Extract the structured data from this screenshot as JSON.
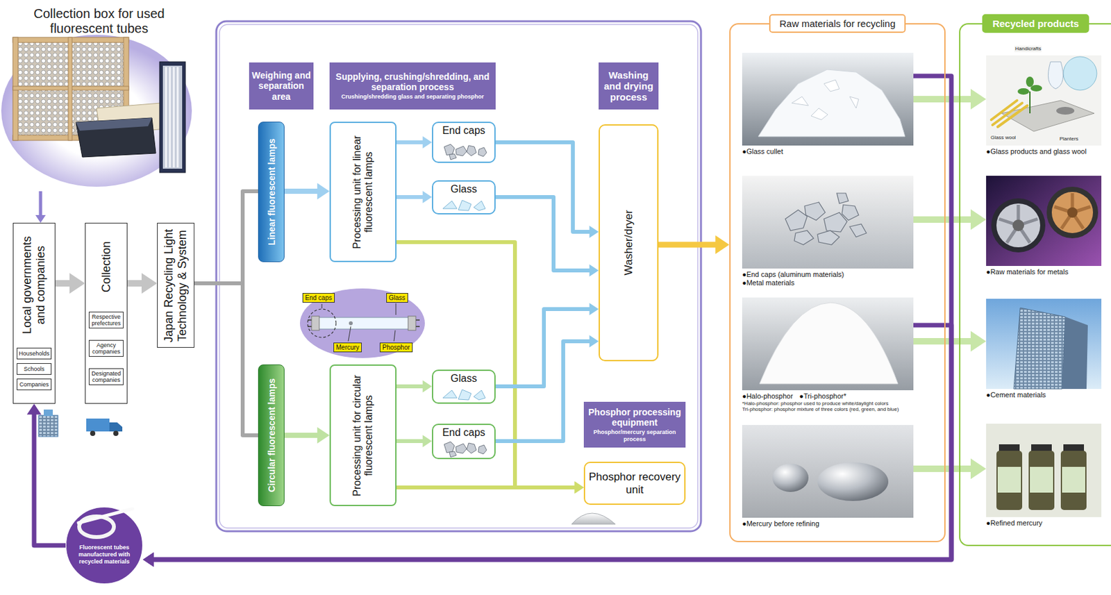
{
  "diagram": {
    "nodes": [
      {
        "text": [
          "Collection box for used fluorescent tubes"
        ]
      },
      {
        "text": [
          "Local governments and companies"
        ]
      },
      {
        "text": [
          "Households"
        ],
        "in": 1
      },
      {
        "text": [
          "Schools"
        ],
        "in": 1
      },
      {
        "text": [
          "Companies"
        ],
        "in": 1
      },
      {
        "text": [
          "Collection"
        ]
      },
      {
        "text": [
          "Respective prefectures"
        ],
        "in": 5
      },
      {
        "text": [
          "Agency companies"
        ],
        "in": 5
      },
      {
        "text": [
          "Designated companies"
        ],
        "in": 5
      },
      {
        "text": [
          "Japan Recycling Light Technology & System"
        ]
      },
      {
        "text": [
          "Weighing and separation area"
        ]
      },
      {
        "text": [
          "Supplying, crushing/shredding, and separation process",
          "Crushing/shredding glass and separating phosphor"
        ]
      },
      {
        "text": [
          "Washing and drying process"
        ]
      },
      {
        "text": [
          "Linear fluorescent lamps"
        ]
      },
      {
        "text": [
          "Processing unit for linear fluorescent lamps"
        ]
      },
      {
        "text": [
          "End caps"
        ]
      },
      {
        "text": [
          "Glass"
        ]
      },
      {
        "text": [
          "Circular fluorescent lamps"
        ]
      },
      {
        "text": [
          "Processing unit for circular fluorescent lamps"
        ]
      },
      {
        "text": [
          "Glass"
        ]
      },
      {
        "text": [
          "End caps"
        ]
      },
      {
        "text": [
          "Washer/dryer"
        ]
      },
      {
        "text": [
          "Phosphor processing equipment",
          "Phosphor/mercury separation process"
        ]
      },
      {
        "text": [
          "Phosphor recovery unit"
        ]
      },
      {
        "text": [
          "Raw materials for recycling"
        ]
      },
      {
        "text": [
          "●Glass cullet"
        ],
        "in": 24
      },
      {
        "text": [
          "●End caps (aluminum materials)",
          "●Metal materials"
        ],
        "in": 24
      },
      {
        "text": [
          "●Halo-phosphor",
          "●Tri-phosphor*",
          "*Halo-phosphor: phosphor used to produce white/daylight colors",
          "Tri-phosphor: phosphor mixture of three colors (red, green, and blue)"
        ],
        "in": 24
      },
      {
        "text": [
          "●Mercury before refining"
        ],
        "in": 24
      },
      {
        "text": [
          "Recycled products"
        ]
      },
      {
        "text": [
          "●Glass products and glass wool"
        ],
        "in": 29
      },
      {
        "text": [
          "●Raw materials for metals"
        ],
        "in": 29
      },
      {
        "text": [
          "●Cement materials"
        ],
        "in": 29
      },
      {
        "text": [
          "●Refined mercury"
        ],
        "in": 29
      },
      {
        "text": [
          "Fluorescent tubes manufactured with recycled materials"
        ]
      }
    ],
    "edges": [
      {
        "from": 0,
        "to": 1,
        "arrow": "to"
      },
      {
        "from": 1,
        "to": 5,
        "arrow": "to"
      },
      {
        "from": 5,
        "to": 9,
        "arrow": "to"
      },
      {
        "from": 9,
        "to": 13,
        "arrow": "none"
      },
      {
        "from": 9,
        "to": 17,
        "arrow": "none"
      },
      {
        "from": 13,
        "to": 14,
        "arrow": "to"
      },
      {
        "from": 14,
        "to": 15,
        "arrow": "to"
      },
      {
        "from": 14,
        "to": 16,
        "arrow": "to"
      },
      {
        "from": 14,
        "to": 23,
        "arrow": "to"
      },
      {
        "from": 15,
        "to": 21,
        "arrow": "to"
      },
      {
        "from": 16,
        "to": 21,
        "arrow": "to"
      },
      {
        "from": 17,
        "to": 18,
        "arrow": "to"
      },
      {
        "from": 18,
        "to": 19,
        "arrow": "to"
      },
      {
        "from": 18,
        "to": 20,
        "arrow": "to"
      },
      {
        "from": 18,
        "to": 23,
        "arrow": "to"
      },
      {
        "from": 19,
        "to": 21,
        "arrow": "to"
      },
      {
        "from": 20,
        "to": 21,
        "arrow": "to"
      },
      {
        "from": 21,
        "to": 24,
        "arrow": "to"
      },
      {
        "from": 25,
        "to": 30,
        "arrow": "to"
      },
      {
        "from": 26,
        "to": 31,
        "arrow": "to"
      },
      {
        "from": 27,
        "to": 32,
        "arrow": "to"
      },
      {
        "from": 28,
        "to": 33,
        "arrow": "to"
      },
      {
        "from": 25,
        "to": 34,
        "arrow": "to"
      },
      {
        "from": 27,
        "to": 34,
        "arrow": "to"
      },
      {
        "from": 34,
        "to": 1,
        "arrow": "to"
      },
      {
        "from": 6,
        "to": 7,
        "arrow": "to"
      },
      {
        "from": 7,
        "to": 8,
        "arrow": "to"
      }
    ],
    "labels": [
      "End caps",
      "Glass",
      "Mercury",
      "Phosphor",
      "Handicrafts",
      "Glass wool",
      "Planters"
    ]
  }
}
